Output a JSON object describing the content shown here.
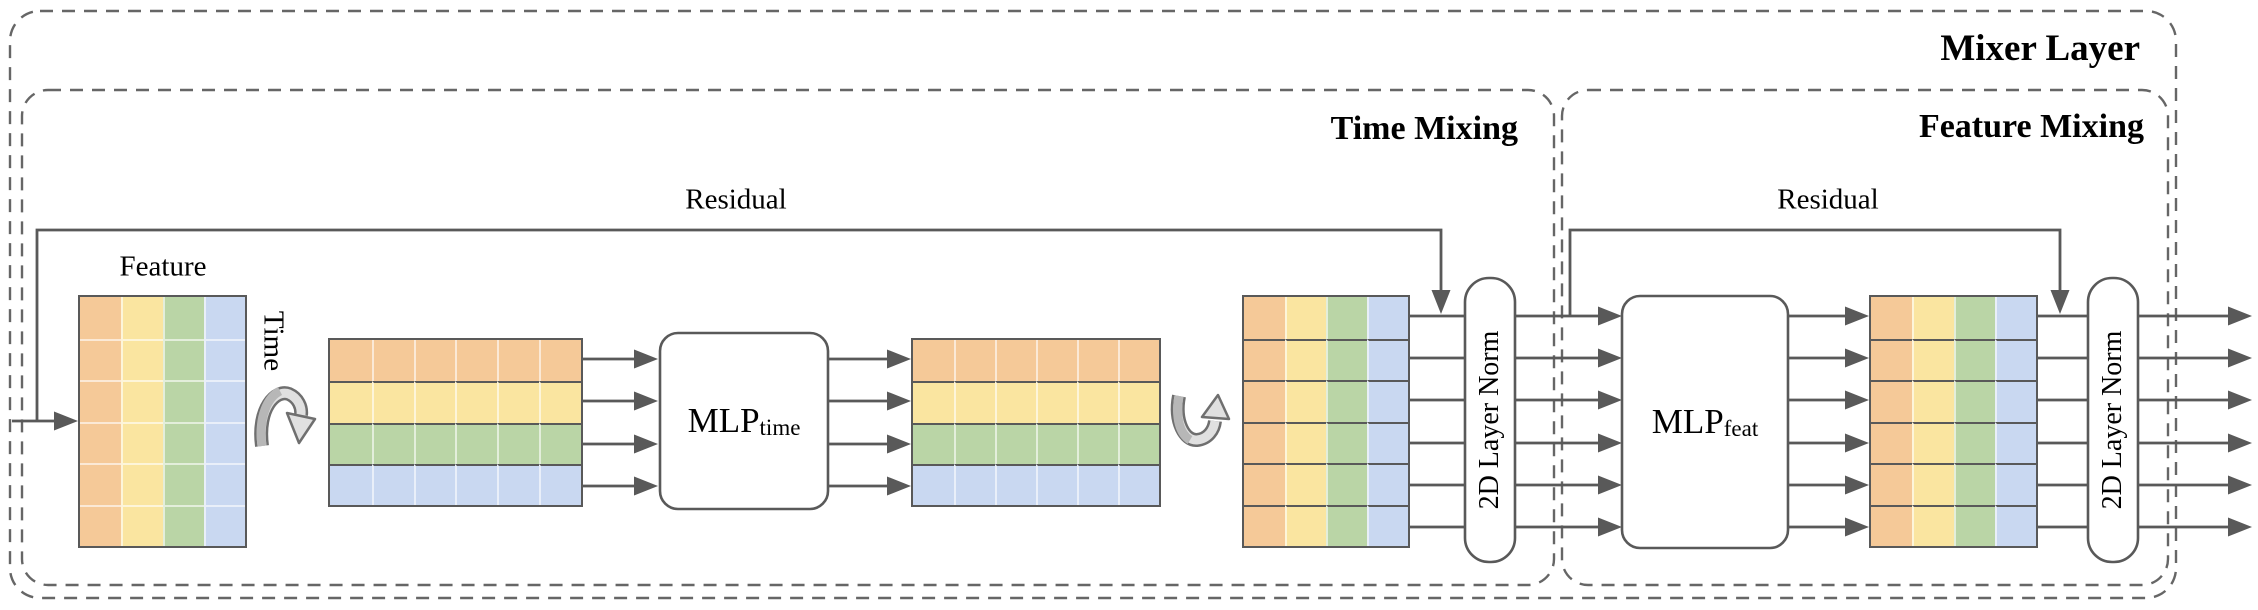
{
  "title": "Mixer Layer",
  "sections": {
    "time": {
      "title": "Time Mixing",
      "residual": "Residual"
    },
    "feature": {
      "title": "Feature Mixing",
      "residual": "Residual"
    }
  },
  "axis_labels": {
    "feature": "Feature",
    "time": "Time"
  },
  "blocks": {
    "mlp_time": {
      "name": "MLP",
      "sub": "time"
    },
    "mlp_feat": {
      "name": "MLP",
      "sub": "feat"
    },
    "layer_norm_time": "2D Layer Norm",
    "layer_norm_feature": "2D Layer Norm"
  },
  "palette": [
    "#f5c998",
    "#fae5a0",
    "#bad5a6",
    "#c9d8f1"
  ],
  "colors": {
    "line": "#595959",
    "dashed_border": "#666666",
    "matrix_border": "#595959",
    "faint_gridline": "rgba(255,255,255,0.6)",
    "curved_arrow_outline": "#6f6f6f",
    "curved_arrow_light": "#e0e0e0",
    "curved_arrow_dark": "#b7b7b7"
  },
  "matrices": [
    {
      "id": "feature-input-matrix",
      "rows": 6,
      "cols": 4,
      "color_by": "col",
      "row_borders": "faint",
      "col_borders": "faint"
    },
    {
      "id": "time-row-matrix-in",
      "rows": 4,
      "cols": 6,
      "color_by": "row",
      "row_borders": "dark",
      "col_borders": "faint"
    },
    {
      "id": "time-row-matrix-out",
      "rows": 4,
      "cols": 6,
      "color_by": "row",
      "row_borders": "dark",
      "col_borders": "faint"
    },
    {
      "id": "time-mixed-matrix",
      "rows": 6,
      "cols": 4,
      "color_by": "col",
      "row_borders": "dark",
      "col_borders": "faint"
    },
    {
      "id": "feature-mixed-matrix",
      "rows": 6,
      "cols": 4,
      "color_by": "col",
      "row_borders": "dark",
      "col_borders": "faint"
    }
  ]
}
